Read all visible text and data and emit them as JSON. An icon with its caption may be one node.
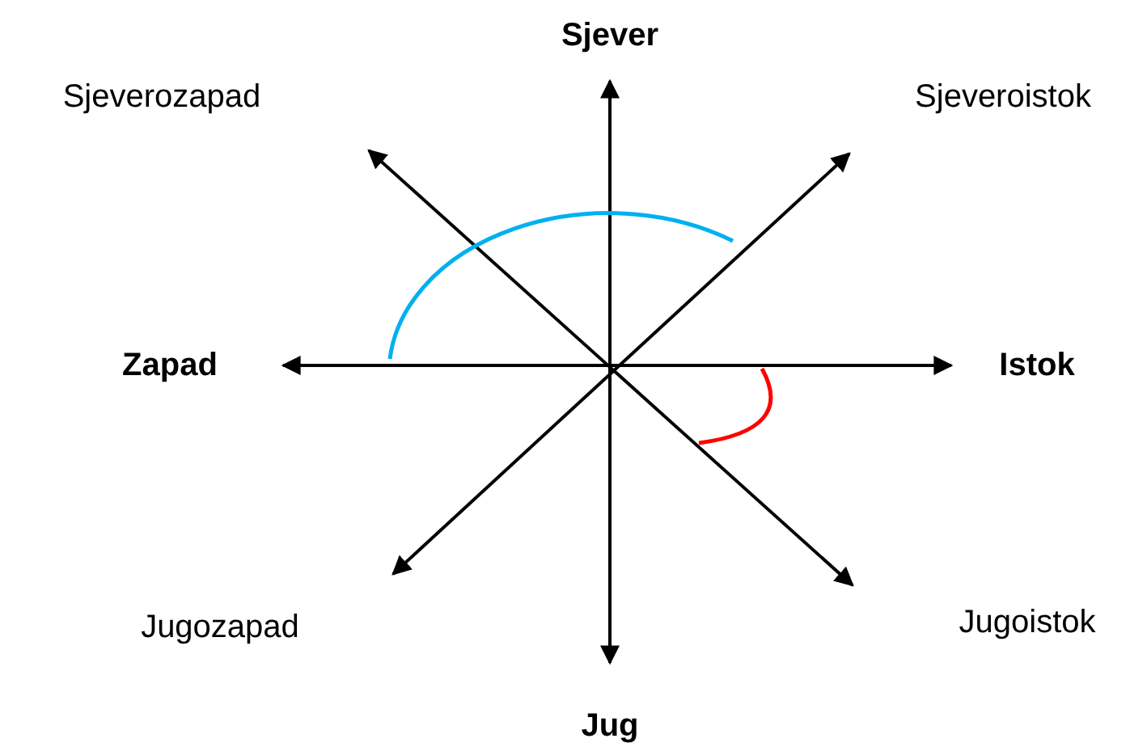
{
  "diagram": {
    "nodes": [
      {
        "text": [
          "Sjever"
        ]
      },
      {
        "text": [
          "Sjeverozapad"
        ]
      },
      {
        "text": [
          "Sjeveroistok"
        ]
      },
      {
        "text": [
          "Zapad"
        ]
      },
      {
        "text": [
          "Istok"
        ]
      },
      {
        "text": [
          "Jugozapad"
        ]
      },
      {
        "text": [
          "Jugoistok"
        ]
      },
      {
        "text": [
          "Jug"
        ]
      }
    ],
    "edges": [
      {
        "from": 0,
        "to": 7,
        "arrow": "both"
      },
      {
        "from": 3,
        "to": 4,
        "arrow": "both"
      },
      {
        "from": 1,
        "to": 6,
        "arrow": "both"
      },
      {
        "from": 2,
        "to": 5,
        "arrow": "both"
      }
    ]
  }
}
